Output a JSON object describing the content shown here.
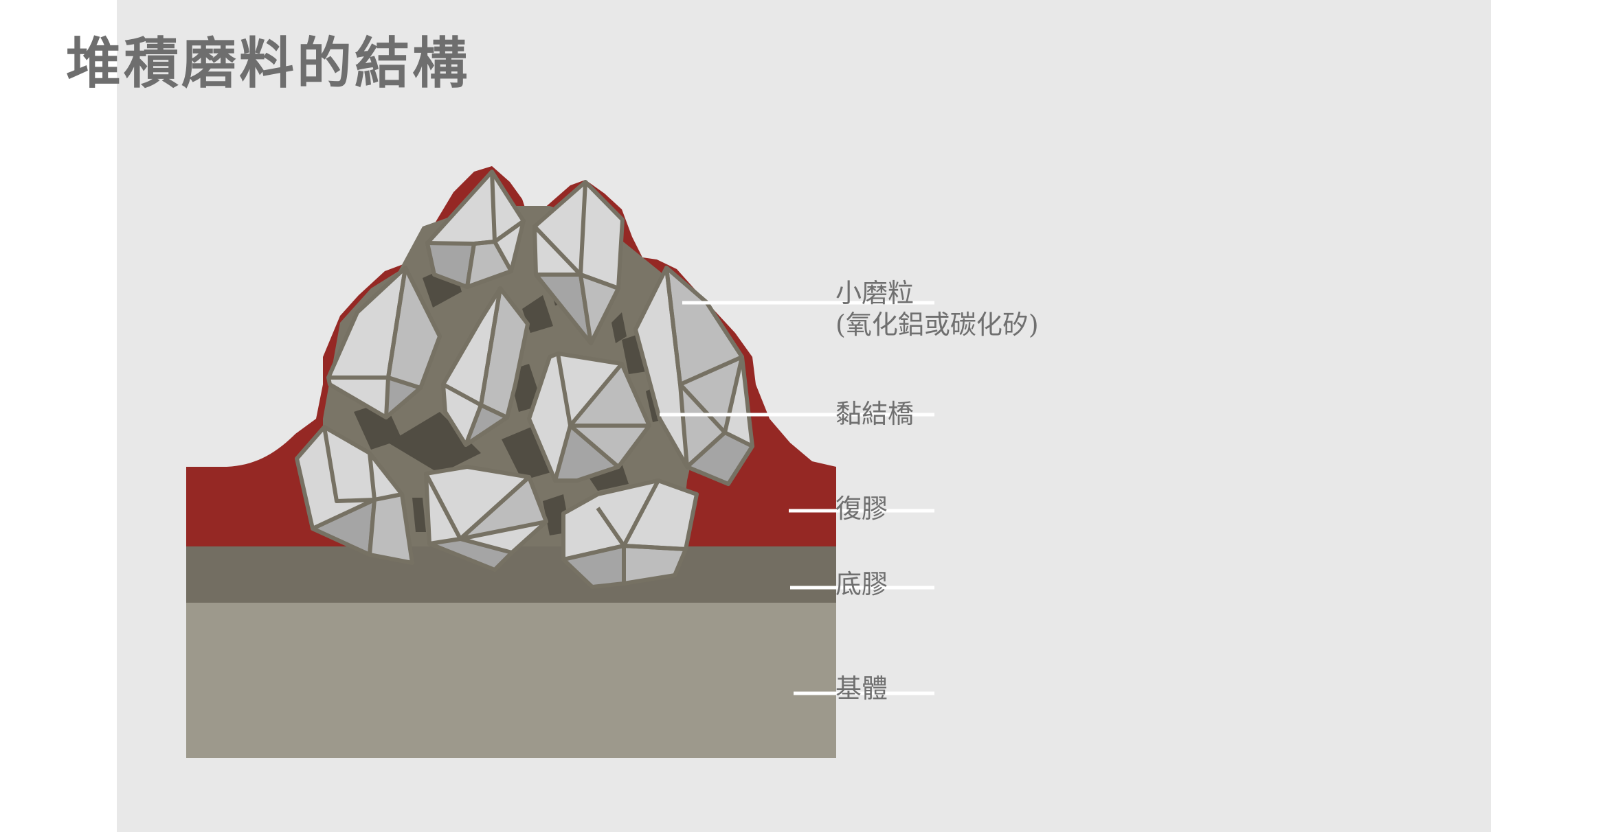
{
  "title": "堆積磨料的結構",
  "colors": {
    "panel": "#e8e8e8",
    "size_coat": "#952824",
    "make_coat": "#736e62",
    "substrate": "#9d998c",
    "binder": "#7a7567",
    "binder_dark": "#514d43",
    "grain_light": "#d7d7d7",
    "grain_mid": "#bdbdbd",
    "grain_dark": "#a5a5a5",
    "grain_outline": "#767163",
    "leader": "#ffffff"
  },
  "labels": {
    "grain_line1": "小磨粒",
    "grain_line2": "(氧化鋁或碳化矽)",
    "binder_bridge": "黏結橋",
    "size_coat": "復膠",
    "make_coat": "底膠",
    "substrate": "基體"
  }
}
